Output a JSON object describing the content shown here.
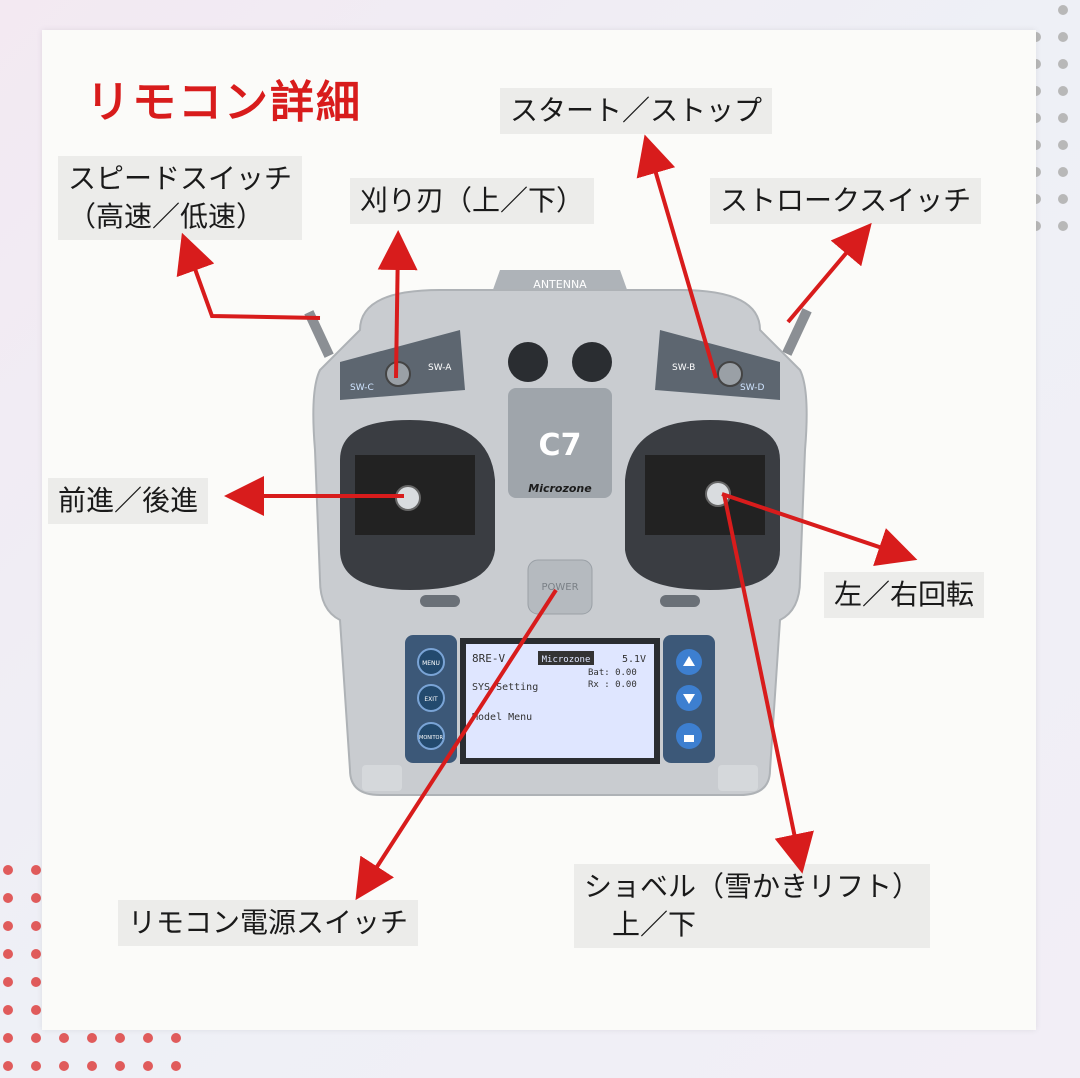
{
  "title": "リモコン詳細",
  "labels": {
    "speed_switch": "スピードスイッチ\n（高速／低速）",
    "blade": "刈り刃（上／下）",
    "start_stop": "スタート／ストップ",
    "stroke_switch": "ストロークスイッチ",
    "forward_back": "前進／後進",
    "turn": "左／右回転",
    "power_switch": "リモコン電源スイッチ",
    "shovel": "ショベル（雪かきリフト）\n　上／下"
  },
  "device_text": {
    "antenna": "ANTENNA",
    "model": "C7",
    "brand": "Microzone",
    "power": "POWER",
    "sw_a": "SW-A",
    "sw_b": "SW-B",
    "sw_c": "SW-C",
    "sw_d": "SW-D",
    "btn_menu": "MENU",
    "btn_exit": "EXIT",
    "btn_monitor": "MONITOR",
    "lcd_header": "8RE-V",
    "lcd_brand": "Microzone",
    "lcd_voltage": "5.1V",
    "lcd_sys": "SYS Setting",
    "lcd_model": "Model Menu",
    "lcd_bat": "Bat: 0.00",
    "lcd_rx": "Rx : 0.00"
  },
  "colors": {
    "title": "#d81c1c",
    "arrow": "#d81c1c",
    "label_bg": "#ececea",
    "device": "#c9ccd0"
  }
}
